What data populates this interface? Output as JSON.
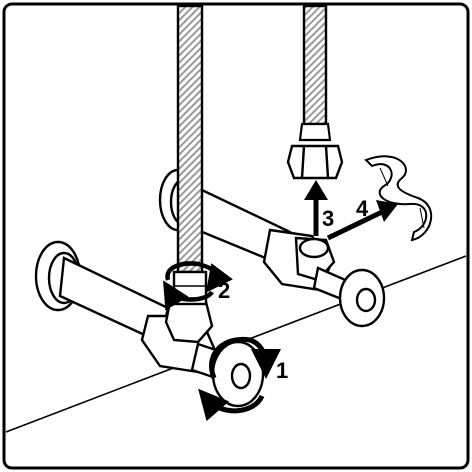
{
  "diagram": {
    "step_labels": [
      "1",
      "2",
      "3",
      "4"
    ],
    "colors": {
      "line": "#000000",
      "fill": "#ffffff",
      "frame": "#000000"
    },
    "icons": [
      "left-angle-valve",
      "right-angle-valve",
      "left-braided-hose",
      "right-braided-hose",
      "hex-nut",
      "tape-roll",
      "turn-arrow",
      "pull-arrow"
    ]
  }
}
